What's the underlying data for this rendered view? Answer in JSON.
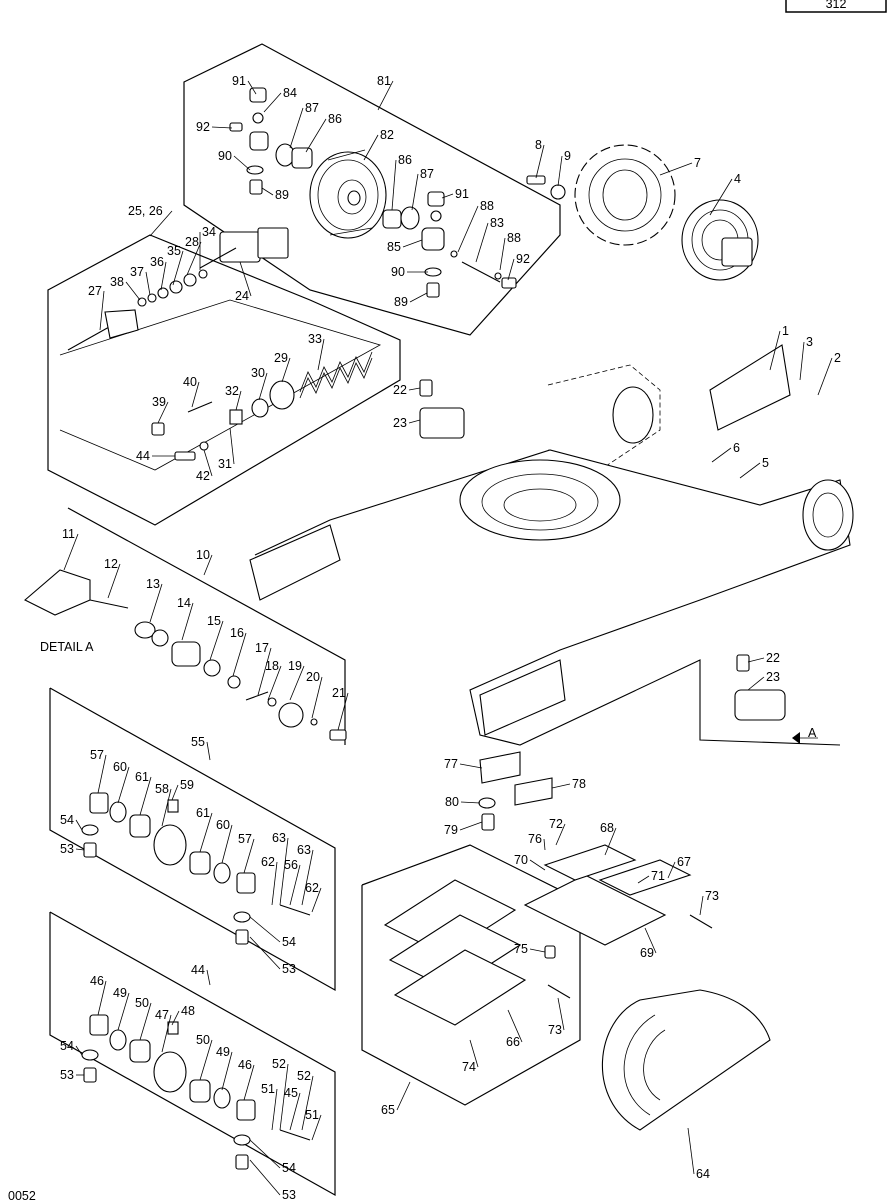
{
  "page_number": "312",
  "detail_label": "DETAIL A",
  "arrow_label": "A",
  "footer_code": "0052",
  "labels": [
    {
      "id": "l91a",
      "text": "91"
    },
    {
      "id": "l84",
      "text": "84"
    },
    {
      "id": "l81",
      "text": "81"
    },
    {
      "id": "l87a",
      "text": "87"
    },
    {
      "id": "l86a",
      "text": "86"
    },
    {
      "id": "l92a",
      "text": "92"
    },
    {
      "id": "l82",
      "text": "82"
    },
    {
      "id": "l90a",
      "text": "90"
    },
    {
      "id": "l89a",
      "text": "89"
    },
    {
      "id": "l86b",
      "text": "86"
    },
    {
      "id": "l87b",
      "text": "87"
    },
    {
      "id": "l91b",
      "text": "91"
    },
    {
      "id": "l88a",
      "text": "88"
    },
    {
      "id": "l83",
      "text": "83"
    },
    {
      "id": "l85",
      "text": "85"
    },
    {
      "id": "l88b",
      "text": "88"
    },
    {
      "id": "l92b",
      "text": "92"
    },
    {
      "id": "l90b",
      "text": "90"
    },
    {
      "id": "l89b",
      "text": "89"
    },
    {
      "id": "l8",
      "text": "8"
    },
    {
      "id": "l9",
      "text": "9"
    },
    {
      "id": "l7",
      "text": "7"
    },
    {
      "id": "l4",
      "text": "4"
    },
    {
      "id": "l2526",
      "text": "25, 26"
    },
    {
      "id": "l34",
      "text": "34"
    },
    {
      "id": "l28",
      "text": "28"
    },
    {
      "id": "l35",
      "text": "35"
    },
    {
      "id": "l36",
      "text": "36"
    },
    {
      "id": "l37",
      "text": "37"
    },
    {
      "id": "l38",
      "text": "38"
    },
    {
      "id": "l27",
      "text": "27"
    },
    {
      "id": "l24",
      "text": "24"
    },
    {
      "id": "l33",
      "text": "33"
    },
    {
      "id": "l29",
      "text": "29"
    },
    {
      "id": "l30",
      "text": "30"
    },
    {
      "id": "l40",
      "text": "40"
    },
    {
      "id": "l32",
      "text": "32"
    },
    {
      "id": "l39",
      "text": "39"
    },
    {
      "id": "l44a",
      "text": "44"
    },
    {
      "id": "l42",
      "text": "42"
    },
    {
      "id": "l31",
      "text": "31"
    },
    {
      "id": "l1",
      "text": "1"
    },
    {
      "id": "l3",
      "text": "3"
    },
    {
      "id": "l2",
      "text": "2"
    },
    {
      "id": "l22a",
      "text": "22"
    },
    {
      "id": "l23a",
      "text": "23"
    },
    {
      "id": "l6",
      "text": "6"
    },
    {
      "id": "l5",
      "text": "5"
    },
    {
      "id": "l11",
      "text": "11"
    },
    {
      "id": "l12",
      "text": "12"
    },
    {
      "id": "l10",
      "text": "10"
    },
    {
      "id": "l13",
      "text": "13"
    },
    {
      "id": "l14",
      "text": "14"
    },
    {
      "id": "l15",
      "text": "15"
    },
    {
      "id": "l16",
      "text": "16"
    },
    {
      "id": "l17",
      "text": "17"
    },
    {
      "id": "l18",
      "text": "18"
    },
    {
      "id": "l19",
      "text": "19"
    },
    {
      "id": "l20",
      "text": "20"
    },
    {
      "id": "l21",
      "text": "21"
    },
    {
      "id": "l22b",
      "text": "22"
    },
    {
      "id": "l23b",
      "text": "23"
    },
    {
      "id": "l55",
      "text": "55"
    },
    {
      "id": "l57a",
      "text": "57"
    },
    {
      "id": "l60a",
      "text": "60"
    },
    {
      "id": "l61a",
      "text": "61"
    },
    {
      "id": "l58",
      "text": "58"
    },
    {
      "id": "l59",
      "text": "59"
    },
    {
      "id": "l61b",
      "text": "61"
    },
    {
      "id": "l60b",
      "text": "60"
    },
    {
      "id": "l57b",
      "text": "57"
    },
    {
      "id": "l63a",
      "text": "63"
    },
    {
      "id": "l62a",
      "text": "62"
    },
    {
      "id": "l56",
      "text": "56"
    },
    {
      "id": "l63b",
      "text": "63"
    },
    {
      "id": "l62b",
      "text": "62"
    },
    {
      "id": "l54a",
      "text": "54"
    },
    {
      "id": "l53a",
      "text": "53"
    },
    {
      "id": "l54b",
      "text": "54"
    },
    {
      "id": "l53b",
      "text": "53"
    },
    {
      "id": "l77",
      "text": "77"
    },
    {
      "id": "l78",
      "text": "78"
    },
    {
      "id": "l80",
      "text": "80"
    },
    {
      "id": "l79",
      "text": "79"
    },
    {
      "id": "l72",
      "text": "72"
    },
    {
      "id": "l76",
      "text": "76"
    },
    {
      "id": "l68",
      "text": "68"
    },
    {
      "id": "l70",
      "text": "70"
    },
    {
      "id": "l67",
      "text": "67"
    },
    {
      "id": "l71",
      "text": "71"
    },
    {
      "id": "l73a",
      "text": "73"
    },
    {
      "id": "l69",
      "text": "69"
    },
    {
      "id": "l75",
      "text": "75"
    },
    {
      "id": "l73b",
      "text": "73"
    },
    {
      "id": "l74",
      "text": "74"
    },
    {
      "id": "l66",
      "text": "66"
    },
    {
      "id": "l65",
      "text": "65"
    },
    {
      "id": "l64",
      "text": "64"
    },
    {
      "id": "l44b",
      "text": "44"
    },
    {
      "id": "l46a",
      "text": "46"
    },
    {
      "id": "l49a",
      "text": "49"
    },
    {
      "id": "l50a",
      "text": "50"
    },
    {
      "id": "l47",
      "text": "47"
    },
    {
      "id": "l48",
      "text": "48"
    },
    {
      "id": "l50b",
      "text": "50"
    },
    {
      "id": "l49b",
      "text": "49"
    },
    {
      "id": "l46b",
      "text": "46"
    },
    {
      "id": "l52a",
      "text": "52"
    },
    {
      "id": "l51a",
      "text": "51"
    },
    {
      "id": "l45",
      "text": "45"
    },
    {
      "id": "l52b",
      "text": "52"
    },
    {
      "id": "l51b",
      "text": "51"
    },
    {
      "id": "l54c",
      "text": "54"
    },
    {
      "id": "l53c",
      "text": "53"
    },
    {
      "id": "l54d",
      "text": "54"
    },
    {
      "id": "l53d",
      "text": "53"
    }
  ]
}
